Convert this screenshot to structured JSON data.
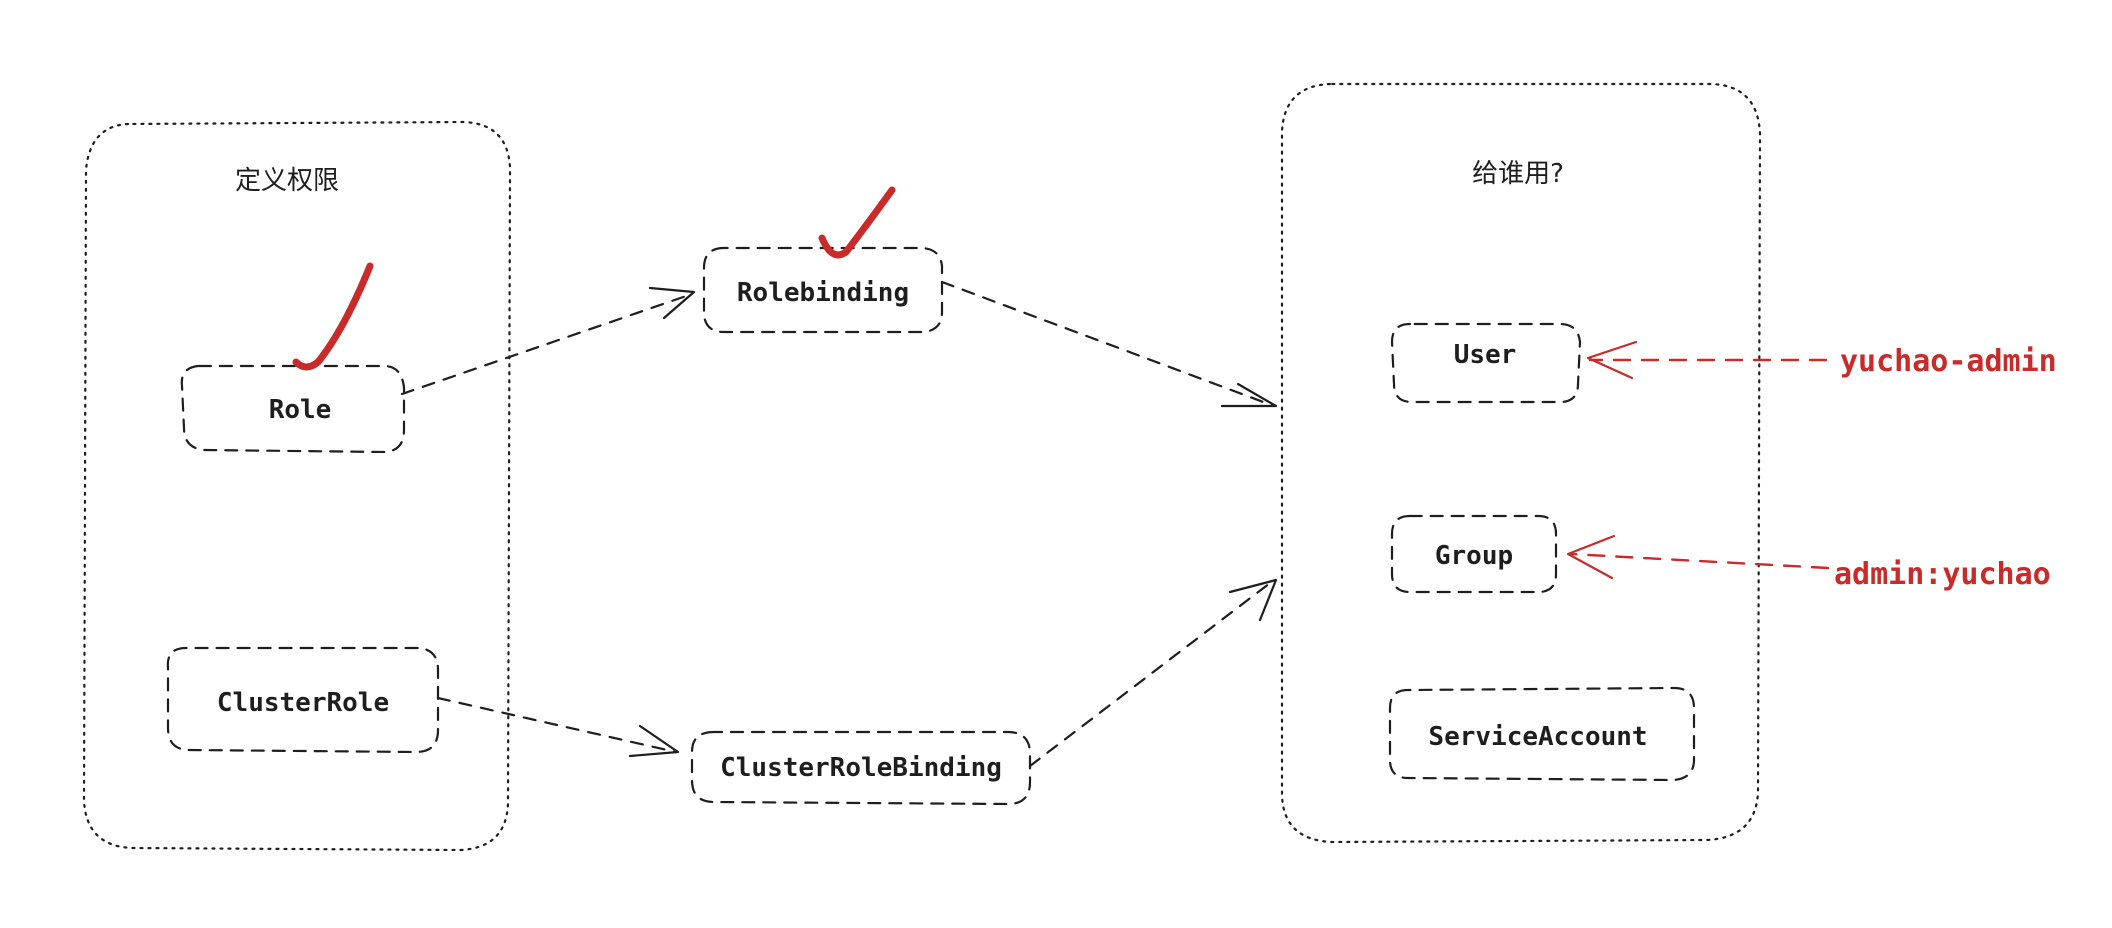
{
  "groups": {
    "define_permissions": {
      "label": "定义权限"
    },
    "who_for": {
      "label": "给谁用?"
    }
  },
  "nodes": {
    "role": {
      "label": "Role"
    },
    "cluster_role": {
      "label": "ClusterRole"
    },
    "rolebinding": {
      "label": "Rolebinding"
    },
    "cluster_role_binding": {
      "label": "ClusterRoleBinding"
    },
    "user": {
      "label": "User"
    },
    "group": {
      "label": "Group"
    },
    "service_account": {
      "label": "ServiceAccount"
    }
  },
  "annotations": {
    "user_example": {
      "label": "yuchao-admin"
    },
    "group_example": {
      "label": "admin:yuchao"
    }
  },
  "colors": {
    "ink": "#1e1e1e",
    "accent_red": "#c92a2a"
  }
}
